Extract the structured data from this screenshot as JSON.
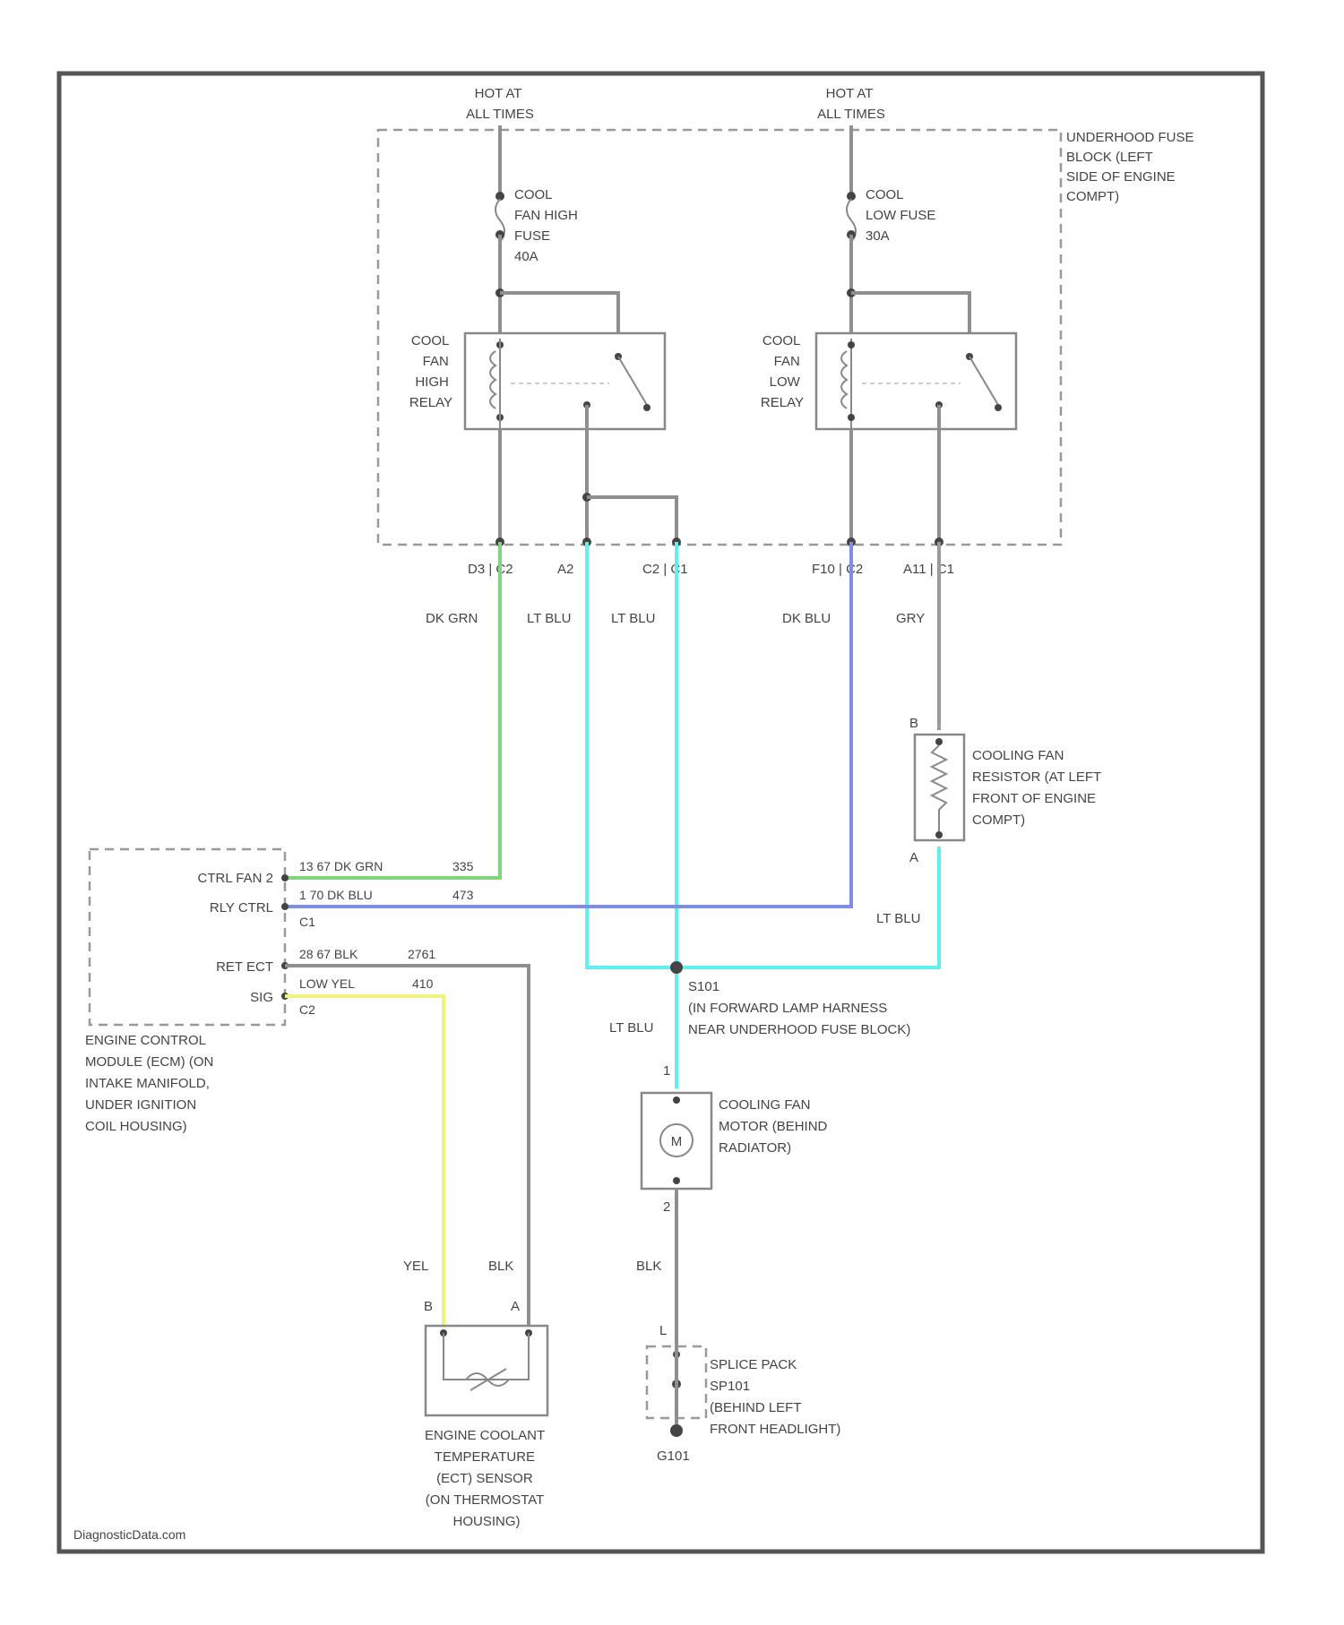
{
  "power": {
    "hot_at_all_times_1": [
      "HOT AT",
      "ALL TIMES"
    ],
    "hot_at_all_times_2": [
      "HOT AT",
      "ALL TIMES"
    ]
  },
  "fuse_block": {
    "label": [
      "UNDERHOOD FUSE",
      "BLOCK (LEFT",
      "SIDE OF ENGINE",
      "COMPT)"
    ]
  },
  "fuses": {
    "high": [
      "COOL",
      "FAN HIGH",
      "FUSE",
      "40A"
    ],
    "low": [
      "COOL",
      "LOW FUSE",
      "30A"
    ]
  },
  "relays": {
    "high": [
      "COOL",
      "FAN",
      "HIGH",
      "RELAY"
    ],
    "low": [
      "COOL",
      "FAN",
      "LOW",
      "RELAY"
    ]
  },
  "connectors": {
    "d3_c2": "D3 | C2",
    "a2": "A2",
    "c2_c1": "C2 | C1",
    "f10_c2": "F10 | C2",
    "a11_c1": "A11 | C1"
  },
  "wire_colors": {
    "dk_grn": "DK GRN",
    "lt_blu_1": "LT BLU",
    "lt_blu_2": "LT BLU",
    "dk_blu": "DK BLU",
    "gry": "GRY",
    "lt_blu_3": "LT BLU",
    "lt_blu_4": "LT BLU",
    "yel": "YEL",
    "blk_1": "BLK",
    "blk_2": "BLK"
  },
  "resistor": {
    "pin_b": "B",
    "pin_a": "A",
    "label": [
      "COOLING FAN",
      "RESISTOR (AT LEFT",
      "FRONT OF ENGINE",
      "COMPT)"
    ]
  },
  "ecm": {
    "pin1": "CTRL FAN 2",
    "pin2": "RLY CTRL",
    "pin3": "RET ECT",
    "pin4": "SIG",
    "c1": "C1",
    "c2": "C2",
    "w1": "13 67 DK GRN",
    "w2": "1 70 DK BLU",
    "w3": "28 67 BLK",
    "w4": "LOW YEL",
    "c1a": "C1",
    "n1": "335",
    "n2": "473",
    "n3": "2761",
    "n4": "410",
    "label": [
      "ENGINE CONTROL",
      "MODULE (ECM) (ON",
      "INTAKE MANIFOLD,",
      "UNDER IGNITION",
      "COIL HOUSING)"
    ]
  },
  "splice": {
    "id": "S101",
    "label": [
      "(IN FORWARD LAMP HARNESS",
      "NEAR UNDERHOOD FUSE BLOCK)"
    ]
  },
  "motor": {
    "pin1": "1",
    "pin2": "2",
    "symbol": "M",
    "label": [
      "COOLING FAN",
      "MOTOR (BEHIND",
      "RADIATOR)"
    ]
  },
  "ect_sensor": {
    "pin_b": "B",
    "pin_a": "A",
    "label": [
      "ENGINE COOLANT",
      "TEMPERATURE",
      "(ECT) SENSOR",
      "(ON THERMOSTAT",
      "HOUSING)"
    ]
  },
  "splice_pack": {
    "pin": "L",
    "label": [
      "SPLICE PACK",
      "SP101",
      "(BEHIND LEFT",
      "FRONT HEADLIGHT)"
    ],
    "ground": "G101"
  },
  "watermark": "DiagnosticData.com",
  "colors": {
    "dk_grn_wire": "#7fd67f",
    "lt_blu_wire": "#5ff0f0",
    "dk_blu_wire": "#7f8fe0",
    "yel_wire": "#f2f27a",
    "gry_wire": "#9a9a9a"
  }
}
